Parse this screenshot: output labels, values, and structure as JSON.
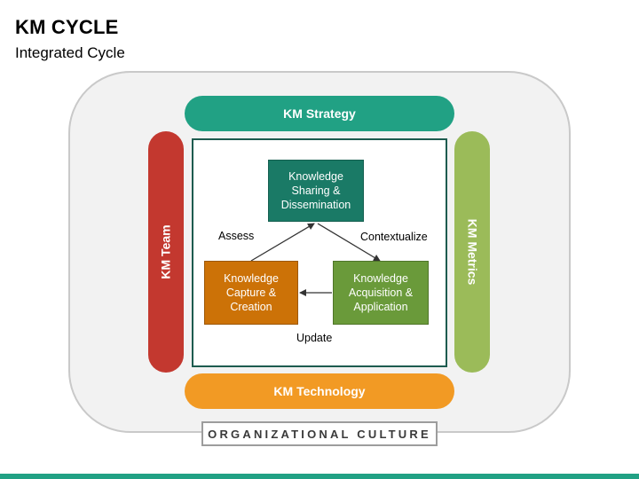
{
  "header": {
    "title": "KM CYCLE",
    "subtitle": "Integrated Cycle"
  },
  "frame": {
    "top": "KM Strategy",
    "bottom": "KM Technology",
    "left": "KM Team",
    "right": "KM Metrics"
  },
  "cycle": {
    "nodes": {
      "top": "Knowledge Sharing & Dissemination",
      "left": "Knowledge Capture & Creation",
      "right": "Knowledge Acquisition & Application"
    },
    "edges": {
      "assess": "Assess",
      "contextualize": "Contextualize",
      "update": "Update"
    }
  },
  "footer": {
    "culture": "ORGANIZATIONAL CULTURE"
  },
  "colors": {
    "strategy": "#21a184",
    "technology": "#f29a24",
    "team": "#c3382f",
    "metrics": "#9bbb59",
    "sharing_node": "#1a7a66",
    "capture_node": "#cc7207",
    "acquisition_node": "#6a9a3a"
  }
}
